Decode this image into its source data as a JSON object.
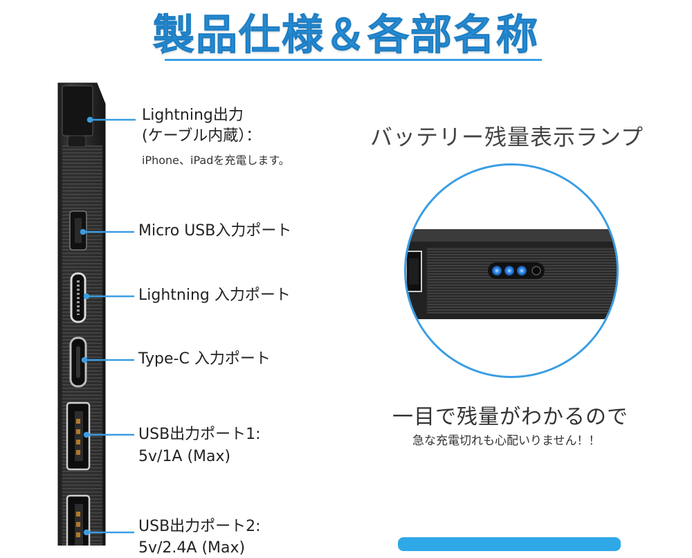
{
  "page": {
    "title": "製品仕様＆各部名称"
  },
  "colors": {
    "accent": "#2a8fd6",
    "leader_line": "#3a9de4",
    "led_blue": "#2f8cf0"
  },
  "device_labels": {
    "lightning_out": {
      "line1": "Lightning出力",
      "line2": "(ケーブル内蔵）：",
      "note": "iPhone、iPadを充電します。",
      "icon": "lightning-connector-icon"
    },
    "micro_usb_in": {
      "label": "Micro USB入力ポート",
      "icon": "micro-usb-port-icon"
    },
    "lightning_in": {
      "label": "Lightning 入力ポート",
      "icon": "lightning-port-icon"
    },
    "type_c_in": {
      "label": "Type-C 入力ポート",
      "icon": "type-c-port-icon"
    },
    "usb_out_1": {
      "line1": "USB出力ポート1:",
      "line2": "5v/1A (Max)",
      "icon": "usb-a-port-icon"
    },
    "usb_out_2": {
      "line1": "USB出力ポート2:",
      "line2": "5v/2.4A (Max)",
      "icon": "usb-a-port-icon"
    }
  },
  "battery_lamp": {
    "title": "バッテリー残量表示ランプ",
    "leds_lit": 3,
    "tagline": "一目で残量がわかるので",
    "subline": "急な充電切れも心配いりません！！"
  }
}
